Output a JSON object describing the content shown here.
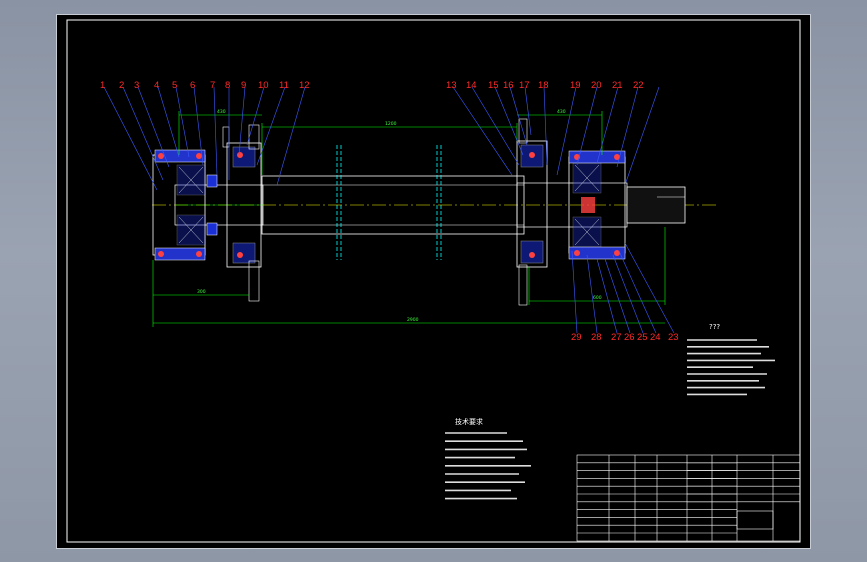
{
  "drawing": {
    "part_numbers_top": [
      "1",
      "2",
      "3",
      "4",
      "5",
      "6",
      "7",
      "8",
      "9",
      "10",
      "11",
      "12",
      "13",
      "14",
      "15",
      "16",
      "17",
      "18",
      "19",
      "20",
      "21",
      "22"
    ],
    "part_numbers_bottom": [
      "29",
      "28",
      "27",
      "26",
      "25",
      "24",
      "23"
    ],
    "dimension_top": "1200",
    "dimension_left_top": "430",
    "dimension_right_top": "430",
    "dimension_left_bottom": "300",
    "dimension_right_bottom": "600",
    "dimension_overall": "2900",
    "notes_title": "???",
    "notes_count": 9,
    "tech_req_title": "技术要求",
    "tech_req_lines": 9
  },
  "colors": {
    "frame": "#ffffff",
    "outline": "#ffffff",
    "center_line": "#ffff00",
    "dimension": "#00ff00",
    "section": "#00ffff",
    "labels": "#ff2a2a",
    "bearing_blue": "#1a2fd6"
  }
}
